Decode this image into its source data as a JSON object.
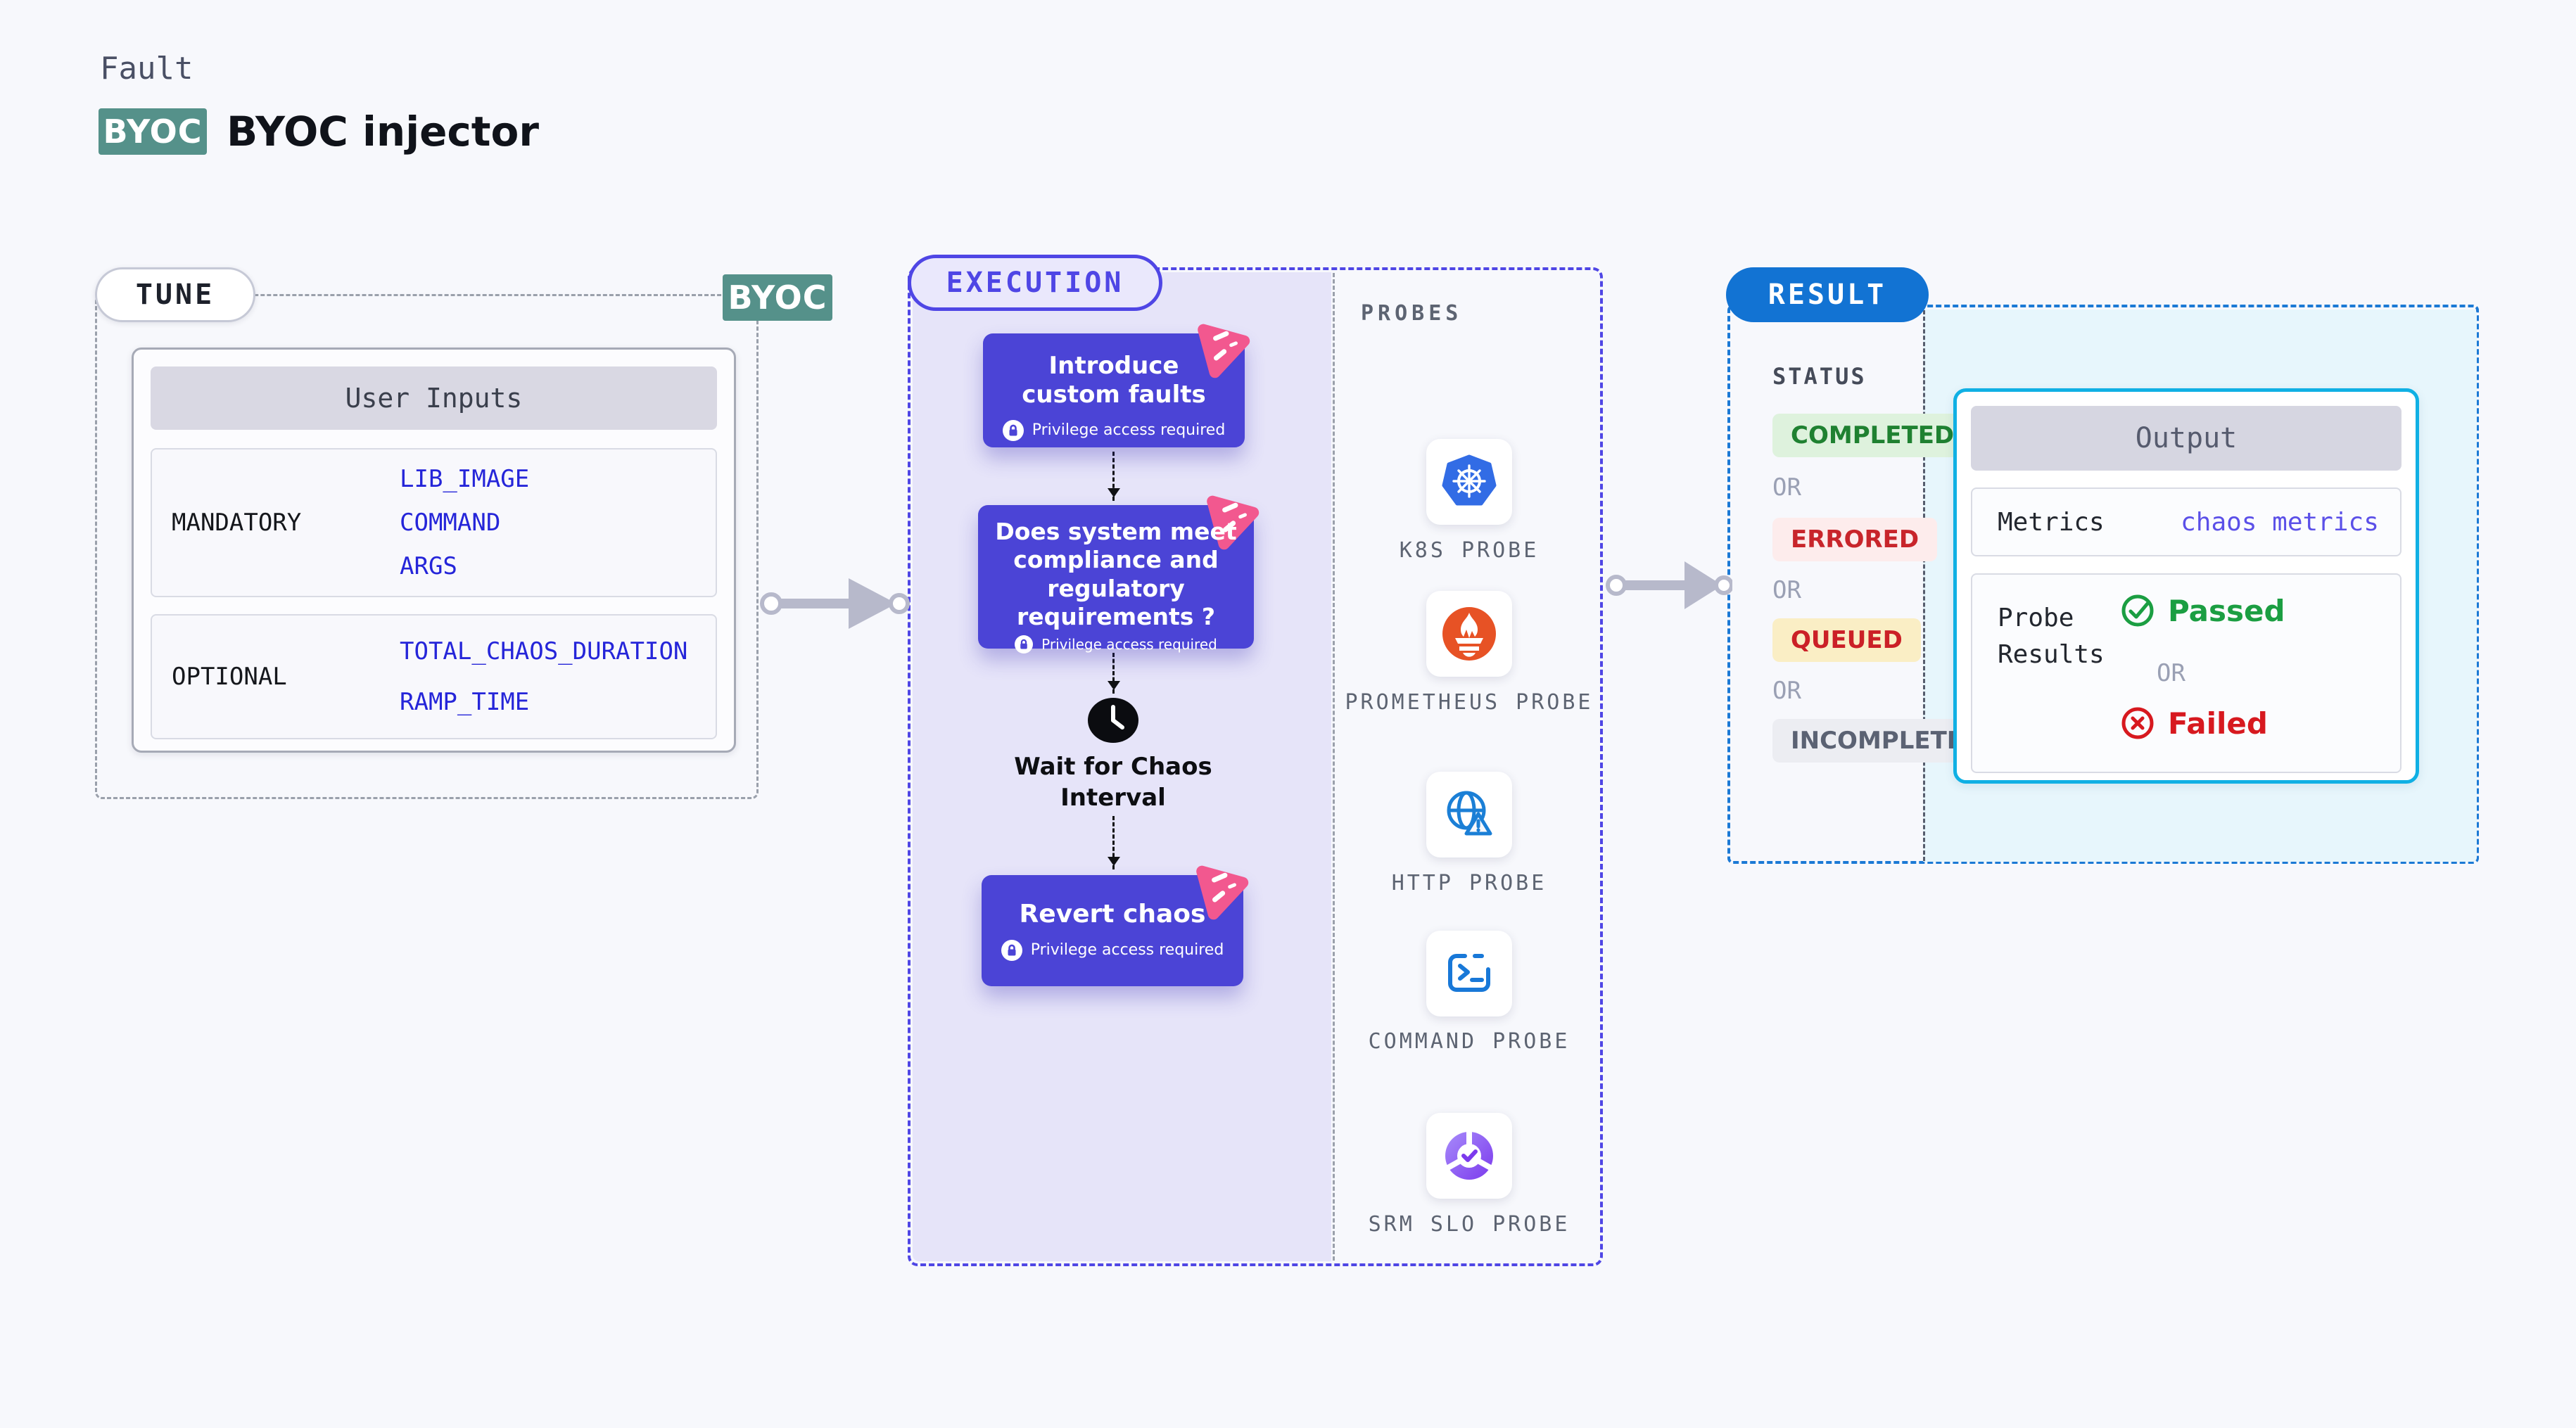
{
  "header": {
    "eyebrow": "Fault",
    "badge": "BYOC",
    "title": "BYOC injector",
    "badge_color": "#55918a"
  },
  "tune": {
    "pill": "TUNE",
    "corner_badge": "BYOC",
    "table": {
      "header": "User Inputs",
      "rows": [
        {
          "label": "MANDATORY",
          "values": [
            "LIB_IMAGE",
            "COMMAND",
            "ARGS"
          ]
        },
        {
          "label": "OPTIONAL",
          "values": [
            "TOTAL_CHAOS_DURATION",
            "RAMP_TIME"
          ]
        }
      ],
      "value_color": "#2525d9"
    }
  },
  "execution": {
    "pill": "EXECUTION",
    "accent_color": "#4f46e5",
    "step_color": "#4b44d6",
    "steps": [
      {
        "title": "Introduce custom faults",
        "note": "Privilege access required"
      },
      {
        "title": "Does system meet compliance and regulatory requirements ?",
        "note": "Privilege access required"
      },
      {
        "title": "Revert chaos",
        "note": "Privilege access required"
      }
    ],
    "wait_label": "Wait for Chaos Interval",
    "probes": {
      "heading": "PROBES",
      "items": [
        {
          "label": "K8S PROBE",
          "icon": "kubernetes-icon",
          "color": "#326ce5"
        },
        {
          "label": "PROMETHEUS PROBE",
          "icon": "prometheus-flame-icon",
          "color": "#e75225"
        },
        {
          "label": "HTTP PROBE",
          "icon": "globe-warning-icon",
          "color": "#1b7fd6"
        },
        {
          "label": "COMMAND PROBE",
          "icon": "terminal-icon",
          "color": "#1878d8"
        },
        {
          "label": "SRM SLO PROBE",
          "icon": "slo-donut-check-icon",
          "color": "#7c3aed"
        }
      ]
    }
  },
  "result": {
    "pill": "RESULT",
    "pill_color": "#1273d3",
    "status": {
      "heading": "STATUS",
      "separator": "OR",
      "items": [
        {
          "label": "COMPLETED",
          "bg": "#def2dd",
          "color": "#1f8131"
        },
        {
          "label": "ERRORED",
          "bg": "#fdecec",
          "color": "#c8252b"
        },
        {
          "label": "QUEUED",
          "bg": "#faeec5",
          "color": "#cb2027"
        },
        {
          "label": "INCOMPLETED",
          "bg": "#ecedf2",
          "color": "#5b6273"
        }
      ]
    },
    "output": {
      "header": "Output",
      "metrics_label": "Metrics",
      "metrics_value": "chaos metrics",
      "probe_results_label": "Probe Results",
      "separator": "OR",
      "passed": "Passed",
      "failed": "Failed",
      "passed_color": "#1b9e42",
      "failed_color": "#d7191f"
    }
  }
}
